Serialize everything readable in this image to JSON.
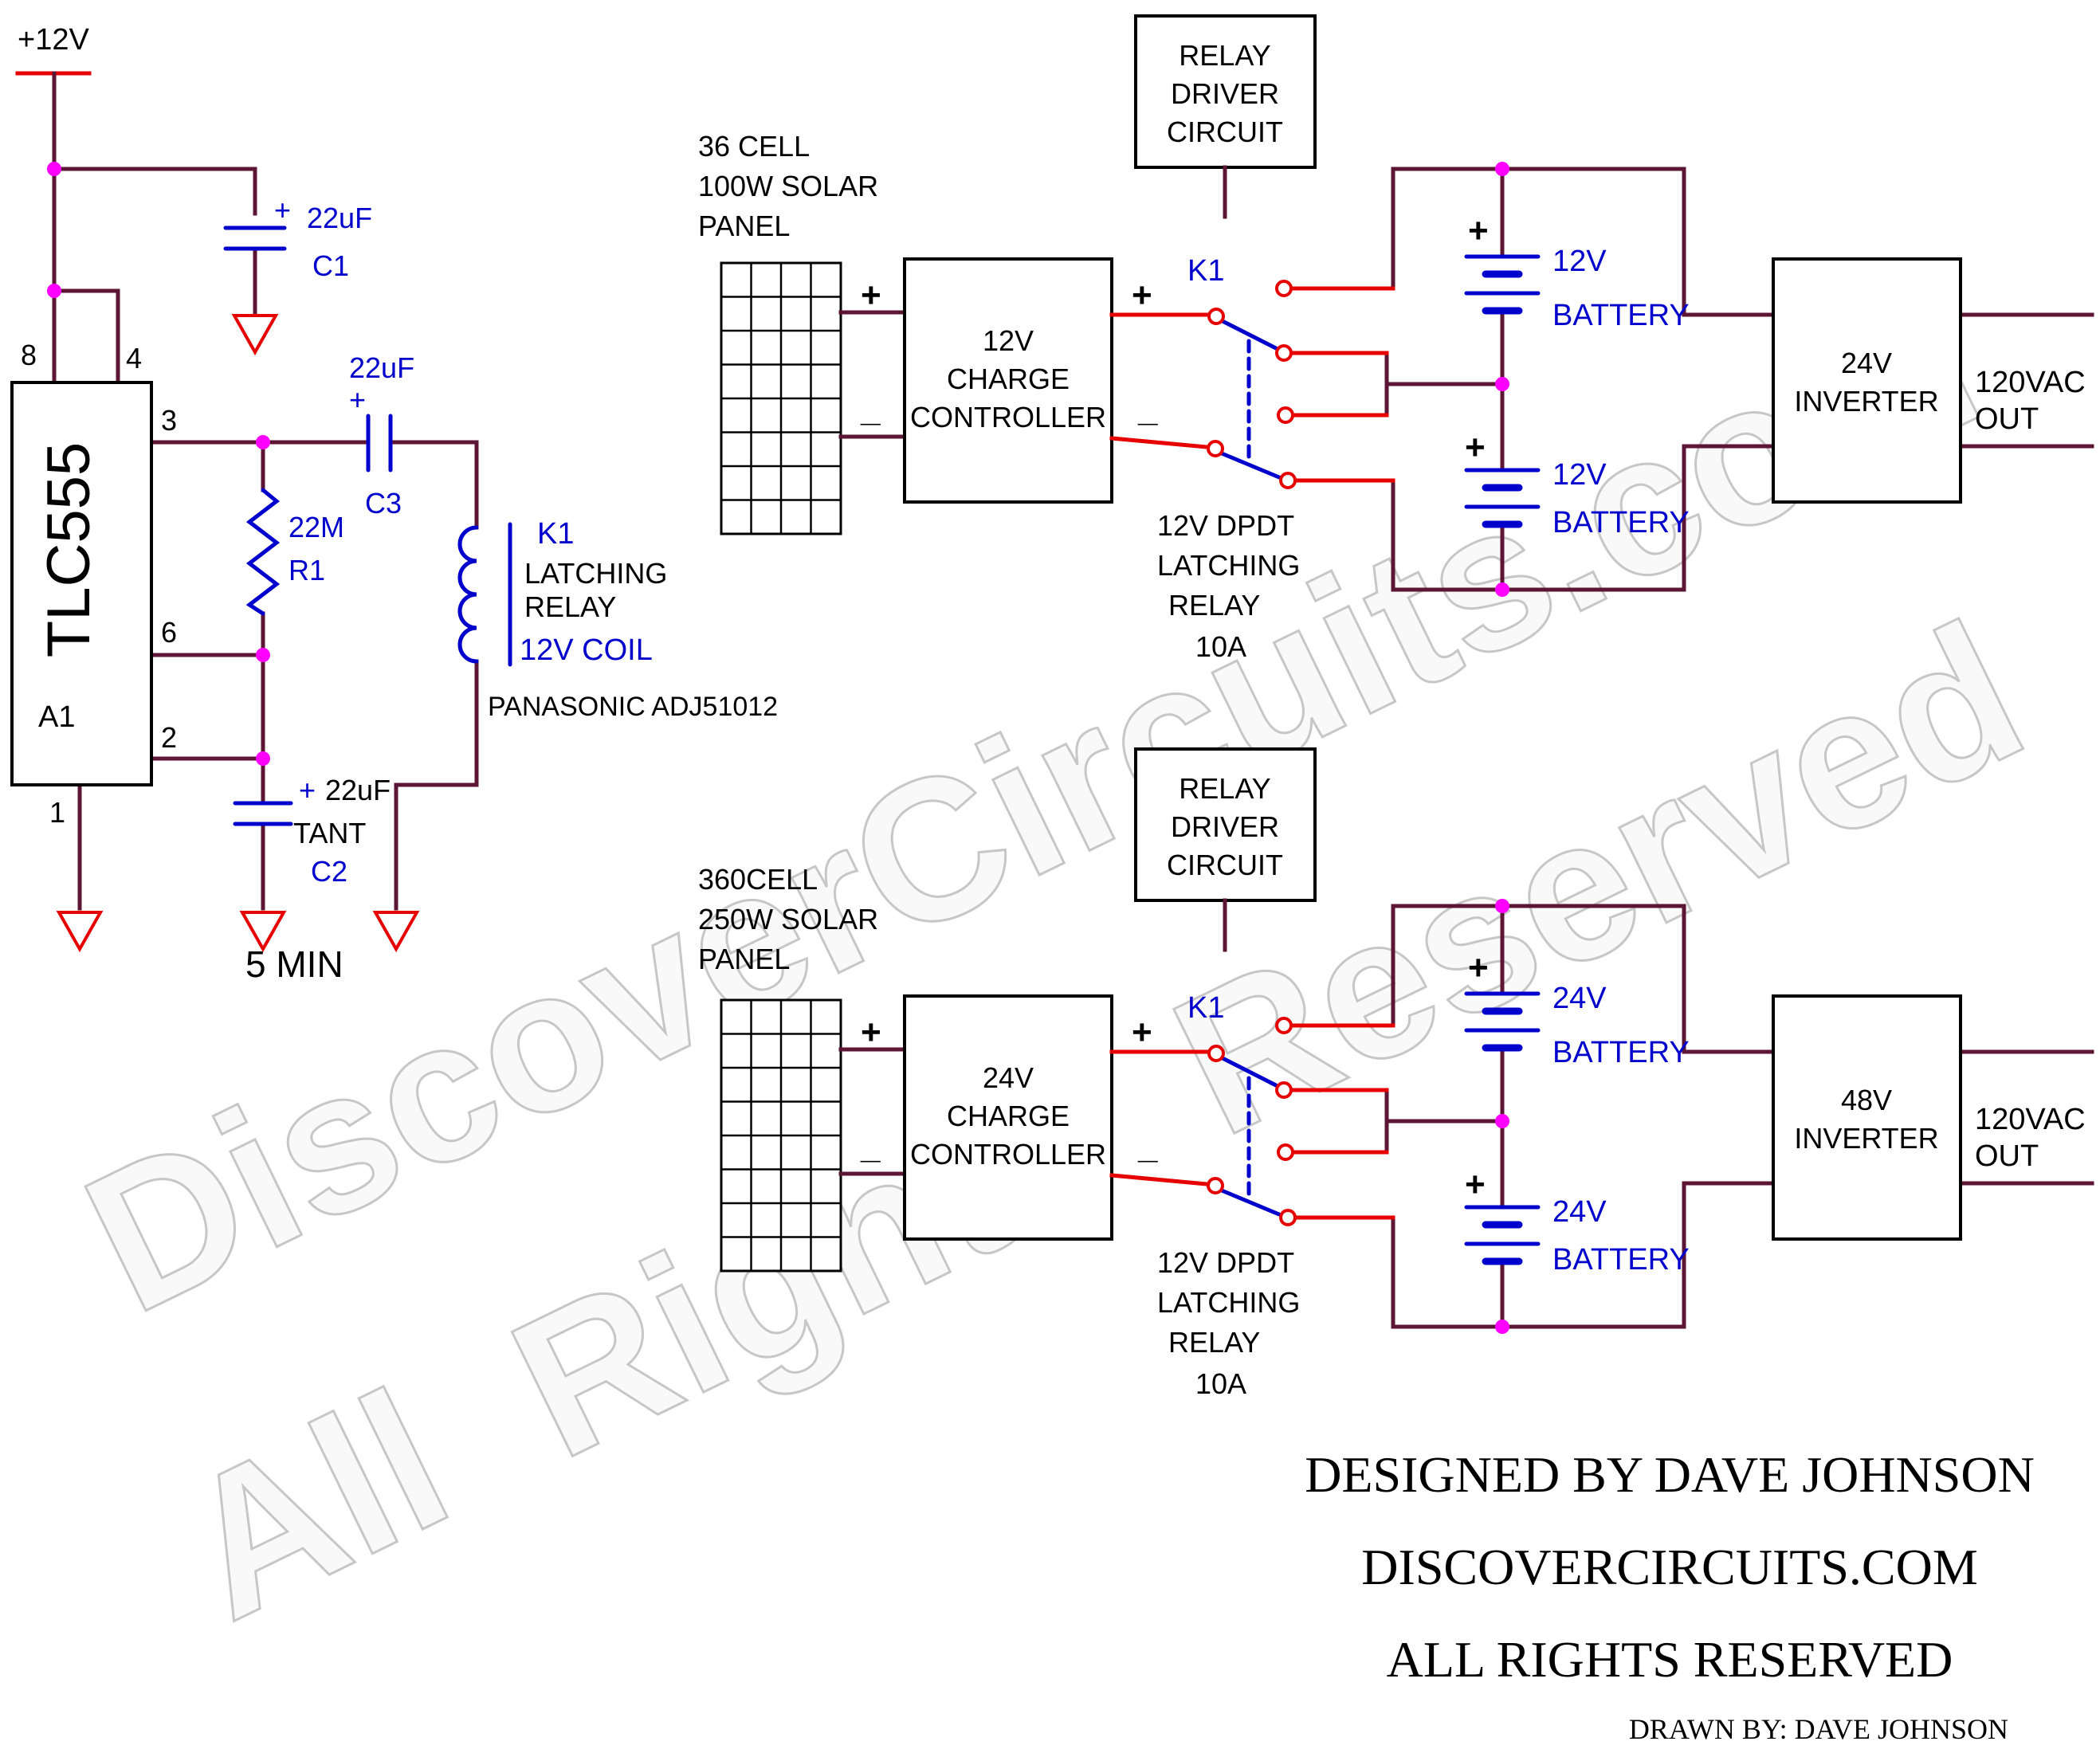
{
  "colors": {
    "wire": "#5c1535",
    "red": "#e60000",
    "blue": "#0000cd",
    "magenta": "#ff00ff",
    "watermark": "#bbbbbb"
  },
  "timer": {
    "supply": "+12V",
    "pin8": "8",
    "pin4": "4",
    "pin3": "3",
    "pin6": "6",
    "pin2": "2",
    "pin1": "1",
    "ic_part": "TLC555",
    "ic_ref": "A1",
    "c1_plus": "+",
    "c1_value": "22uF",
    "c1_ref": "C1",
    "c3_plus": "+",
    "c3_value": "22uF",
    "c3_ref": "C3",
    "r1_value": "22M",
    "r1_ref": "R1",
    "k1_ref": "K1",
    "k1_line1": "LATCHING",
    "k1_line2": "RELAY",
    "k1_coil": "12V COIL",
    "k1_part": "PANASONIC ADJ51012",
    "c2_plus": "+",
    "c2_value": "22uF",
    "c2_type": "TANT",
    "c2_ref": "C2",
    "period": "5 MIN"
  },
  "sys12": {
    "panel_l1": "36 CELL",
    "panel_l2": "100W SOLAR",
    "panel_l3": "PANEL",
    "driver_l1": "RELAY",
    "driver_l2": "DRIVER",
    "driver_l3": "CIRCUIT",
    "ctrl_l1": "12V",
    "ctrl_l2": "CHARGE",
    "ctrl_l3": "CONTROLLER",
    "in_plus": "+",
    "in_minus": "_",
    "out_plus": "+",
    "out_minus": "_",
    "k1": "K1",
    "bat1_plus": "+",
    "bat1_v": "12V",
    "bat1_label": "BATTERY",
    "bat2_plus": "+",
    "bat2_v": "12V",
    "bat2_label": "BATTERY",
    "inv_l1": "24V",
    "inv_l2": "INVERTER",
    "out_l1": "120VAC",
    "out_l2": "OUT",
    "relay_l1": "12V DPDT",
    "relay_l2": "LATCHING",
    "relay_l3": "RELAY",
    "relay_l4": "10A"
  },
  "sys24": {
    "panel_l1": "360CELL",
    "panel_l2": "250W SOLAR",
    "panel_l3": "PANEL",
    "driver_l1": "RELAY",
    "driver_l2": "DRIVER",
    "driver_l3": "CIRCUIT",
    "ctrl_l1": "24V",
    "ctrl_l2": "CHARGE",
    "ctrl_l3": "CONTROLLER",
    "in_plus": "+",
    "in_minus": "_",
    "out_plus": "+",
    "out_minus": "_",
    "k1": "K1",
    "bat1_plus": "+",
    "bat1_v": "24V",
    "bat1_label": "BATTERY",
    "bat2_plus": "+",
    "bat2_v": "24V",
    "bat2_label": "BATTERY",
    "inv_l1": "48V",
    "inv_l2": "INVERTER",
    "out_l1": "120VAC",
    "out_l2": "OUT",
    "relay_l1": "12V DPDT",
    "relay_l2": "LATCHING",
    "relay_l3": "RELAY",
    "relay_l4": "10A"
  },
  "watermark": {
    "line1": "DiscoverCircuits.com",
    "line2": "All  Rights  Reserved"
  },
  "credits": {
    "designed": "DESIGNED BY DAVE JOHNSON",
    "site": "DISCOVERCIRCUITS.COM",
    "rights": "ALL RIGHTS RESERVED",
    "drawn": "DRAWN BY: DAVE JOHNSON"
  }
}
